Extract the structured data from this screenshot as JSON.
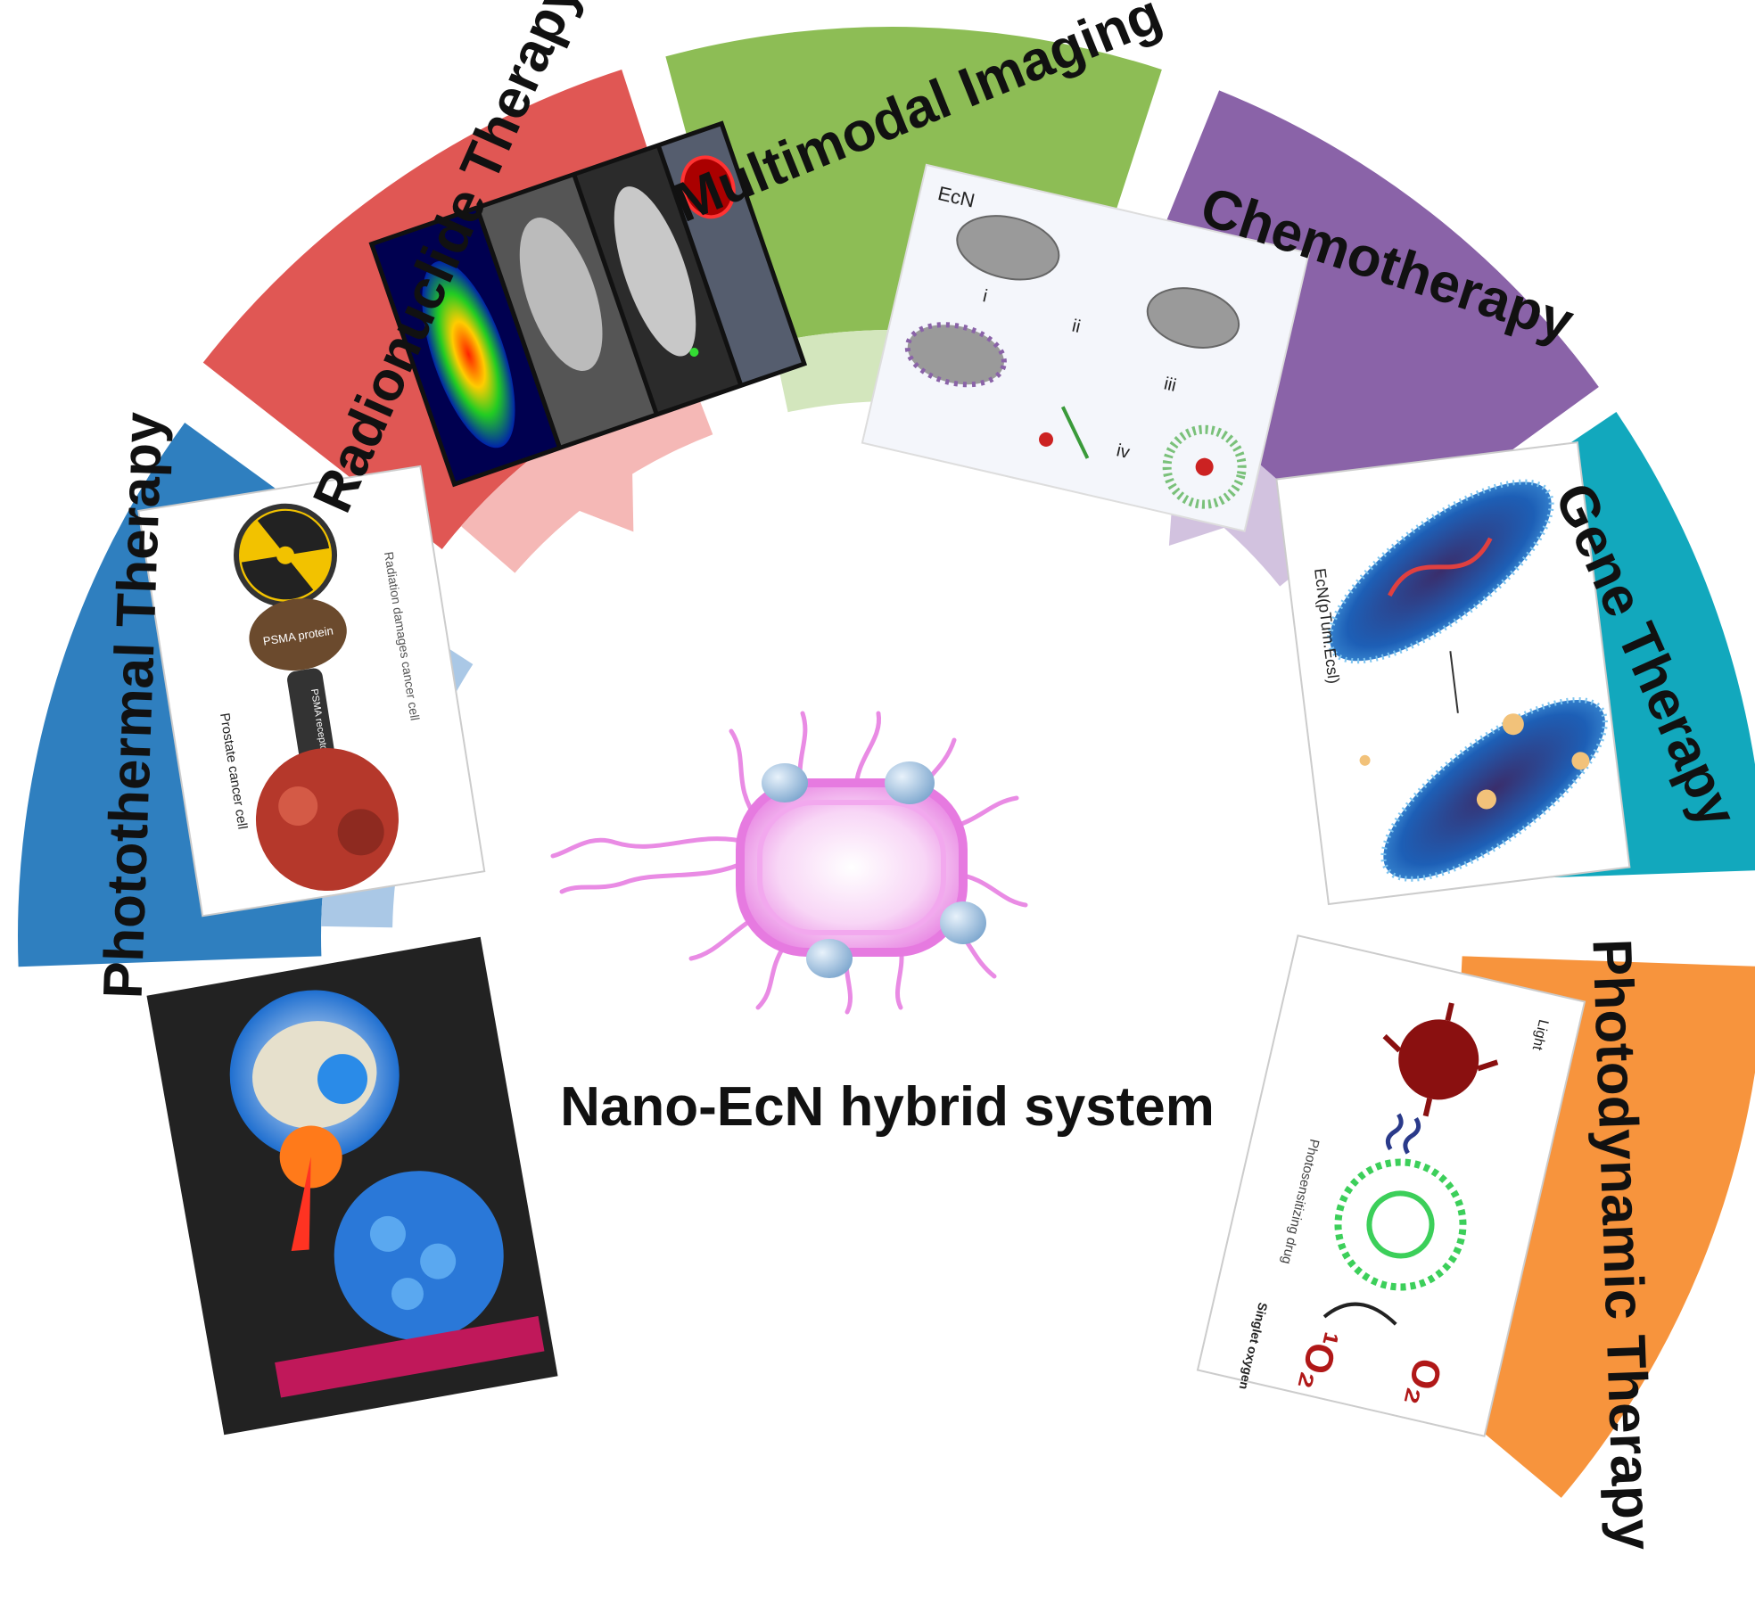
{
  "center_label": "Nano-EcN hybrid system",
  "sectors": [
    {
      "key": "photothermal",
      "label": "Photothermal Therapy",
      "color": "#2f7fbf",
      "inner_color": "#aac8e6"
    },
    {
      "key": "radionuclide",
      "label": "Radionuclide Therapy",
      "color": "#e05754",
      "inner_color": "#f5b8b6"
    },
    {
      "key": "imaging",
      "label": "Multimodal Imaging",
      "color": "#8dbd55",
      "inner_color": "#d3e6bd"
    },
    {
      "key": "chemo",
      "label": "Chemotherapy",
      "color": "#8a63a8",
      "inner_color": "#d2c2df"
    },
    {
      "key": "gene",
      "label": "Gene Therapy",
      "color": "#12a8bd",
      "inner_color": "#a8dce5"
    },
    {
      "key": "photodynamic",
      "label": "Photodynamic Therapy",
      "color": "#f7943d",
      "inner_color": "#fad3b1"
    }
  ],
  "panel_text": {
    "chemo_ecn": "EcN",
    "chemo_steps": [
      "i",
      "ii",
      "iii",
      "iv"
    ],
    "radio_psma_protein": "PSMA protein",
    "radio_psma_receptor": "PSMA receptor",
    "radio_prostate": "Prostate cancer cell",
    "radio_radiation": "Radiation damages cancer cell",
    "gene_label": "EcN(pTum.Ecsl)",
    "pdt_light": "Light",
    "pdt_drug": "Photosensitizing drug",
    "pdt_o2": "O₂",
    "pdt_singlet": "¹O₂",
    "pdt_singlet_label": "Singlet oxygen"
  }
}
